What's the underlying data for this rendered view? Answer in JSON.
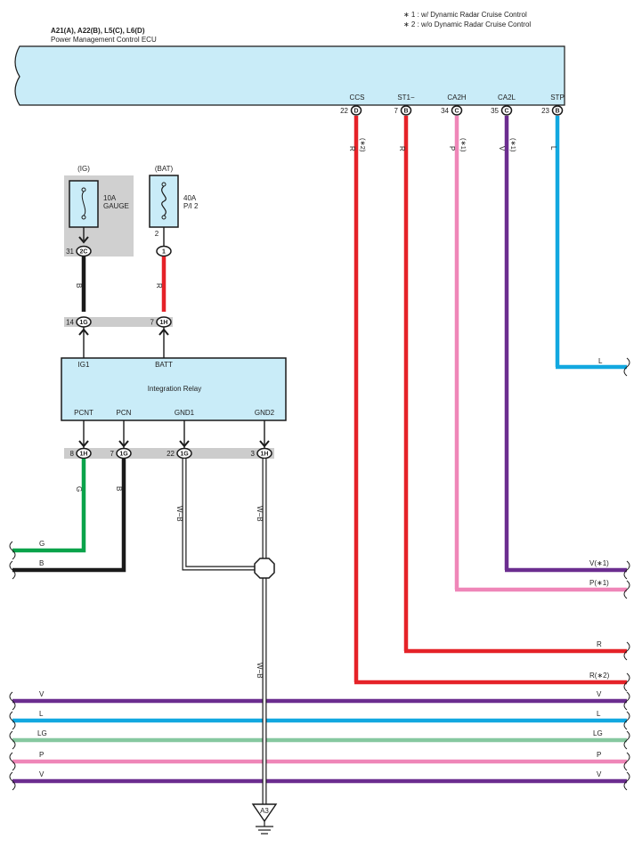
{
  "notes": {
    "note1": "∗ 1 : w/ Dynamic Radar Cruise Control",
    "note2": "∗ 2 : w/o Dynamic Radar Cruise Control"
  },
  "ecu": {
    "codes": "A21(A), A22(B), L5(C), L6(D)",
    "name": "Power Management Control ECU",
    "terminals": [
      {
        "label": "CCS",
        "num": "22",
        "conn": "D",
        "wire": "R",
        "note": "(∗2)"
      },
      {
        "label": "ST1−",
        "num": "7",
        "conn": "B",
        "wire": "R",
        "note": ""
      },
      {
        "label": "CA2H",
        "num": "34",
        "conn": "C",
        "wire": "P",
        "note": "(∗1)"
      },
      {
        "label": "CA2L",
        "num": "35",
        "conn": "C",
        "wire": "V",
        "note": "(∗1)"
      },
      {
        "label": "STP",
        "num": "23",
        "conn": "B",
        "wire": "L",
        "note": ""
      }
    ]
  },
  "fuses": {
    "ig": {
      "title": "(IG)",
      "amp": "10A",
      "name": "GAUGE",
      "pin_num": "31",
      "pin": "2C",
      "wire": "B"
    },
    "bat": {
      "title": "(BAT)",
      "amp": "40A",
      "name": "P/I 2",
      "term": "2",
      "pin": "1",
      "wire": "R"
    }
  },
  "relay_in": {
    "left_num": "14",
    "left_pin": "1G",
    "right_num": "7",
    "right_pin": "1H"
  },
  "relay": {
    "name": "Integration Relay",
    "top_labels": [
      "IG1",
      "BATT"
    ],
    "bottom_labels": [
      "PCNT",
      "PCN",
      "GND1",
      "GND2"
    ],
    "pins": [
      {
        "num": "8",
        "pin": "1H"
      },
      {
        "num": "7",
        "pin": "1G"
      },
      {
        "num": "22",
        "pin": "1G"
      },
      {
        "num": "3",
        "pin": "1H"
      }
    ],
    "wires": [
      "G",
      "B",
      "W−B",
      "W−B"
    ]
  },
  "ground": {
    "wire": "W−B",
    "label": "A3"
  },
  "right_wires": {
    "l": "L",
    "v1": "V(∗1)",
    "p1": "P(∗1)",
    "r": "R",
    "r2": "R(∗2)"
  },
  "left_wires": {
    "g": "G",
    "b": "B"
  },
  "buses": [
    {
      "left": "V",
      "right": "V",
      "color": "#6b2d8f"
    },
    {
      "left": "L",
      "right": "L",
      "color": "#12a8e0"
    },
    {
      "left": "LG",
      "right": "LG",
      "color": "#86c8a0"
    },
    {
      "left": "P",
      "right": "P",
      "color": "#ef86b8"
    },
    {
      "left": "V",
      "right": "V",
      "color": "#6b2d8f"
    }
  ],
  "colors": {
    "red": "#e52228",
    "pink": "#ef86b8",
    "violet": "#6b2d8f",
    "blue": "#12a8e0",
    "green": "#0aa34a",
    "black": "#1a1a1a",
    "box_fill": "#c9ecf8",
    "gray": "#cccccc"
  }
}
